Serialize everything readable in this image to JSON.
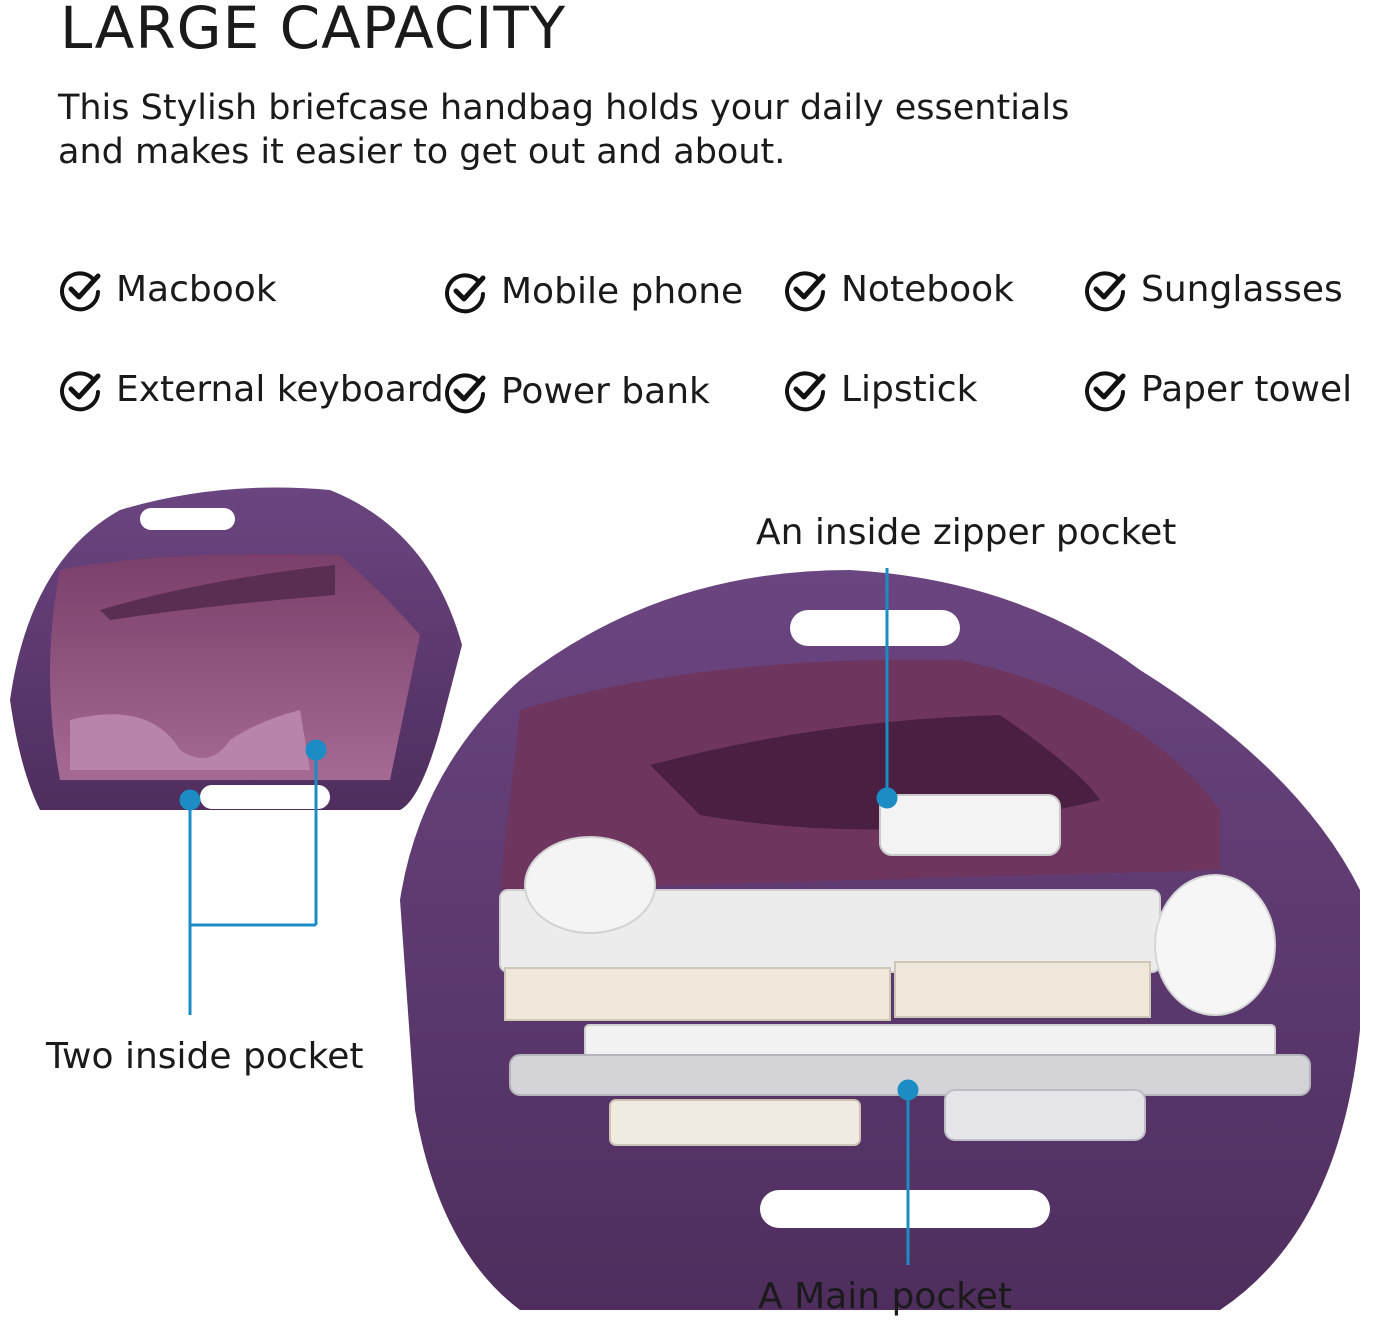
{
  "header": {
    "title": "LARGE CAPACITY",
    "subtitle": "This Stylish briefcase handbag holds your daily essentials and makes it easier to get out and about."
  },
  "checklist": [
    {
      "label": "Macbook",
      "icon": "check-circle-icon"
    },
    {
      "label": "Mobile phone",
      "icon": "check-circle-icon"
    },
    {
      "label": "Notebook",
      "icon": "check-circle-icon"
    },
    {
      "label": "Sunglasses",
      "icon": "check-circle-icon"
    },
    {
      "label": "External keyboard",
      "icon": "check-circle-icon"
    },
    {
      "label": "Power bank",
      "icon": "check-circle-icon"
    },
    {
      "label": "Lipstick",
      "icon": "check-circle-icon"
    },
    {
      "label": "Paper towel",
      "icon": "check-circle-icon"
    }
  ],
  "callouts": {
    "zipper_pocket": "An inside zipper pocket",
    "two_pockets": "Two inside pocket",
    "main_pocket": "A Main pocket"
  },
  "colors": {
    "bag_purple": "#5e3a6e",
    "lining": "#8a4f7d",
    "pointer_blue": "#1b8cc4"
  }
}
